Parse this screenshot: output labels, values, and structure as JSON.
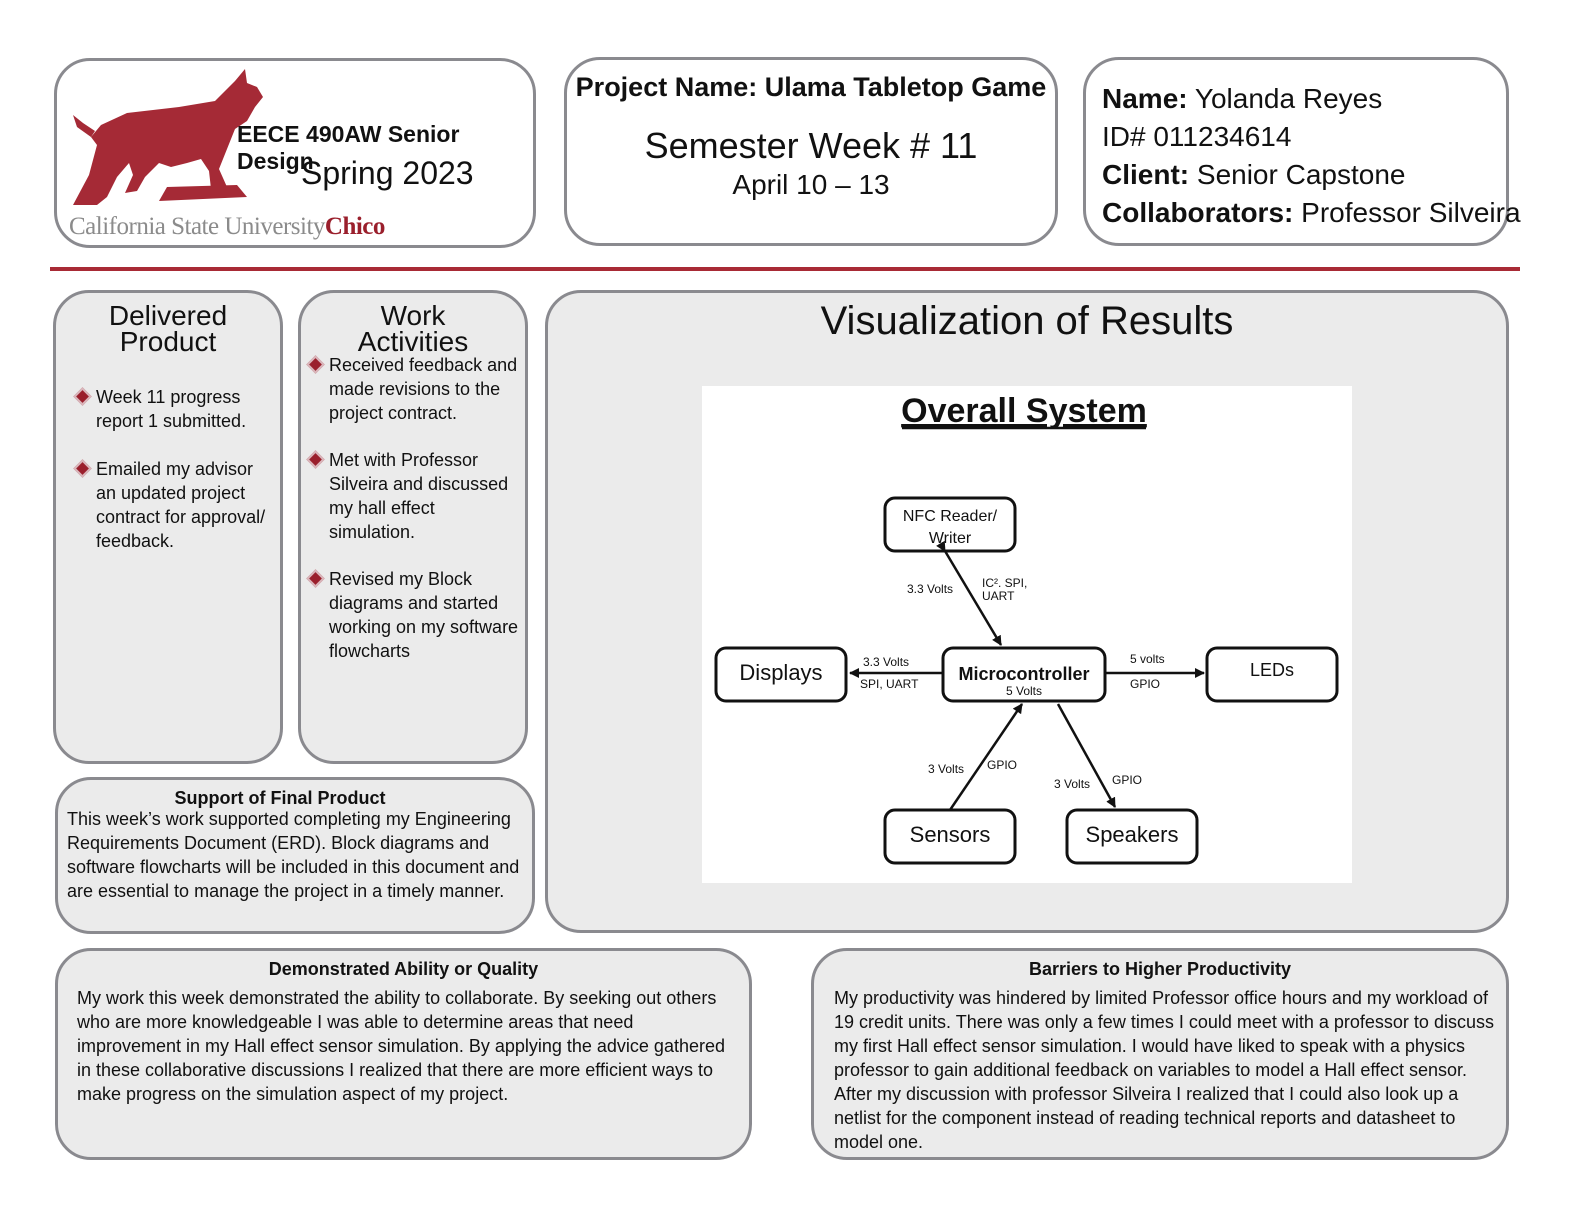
{
  "header": {
    "course": "EECE 490AW Senior Design",
    "semester": "Spring 2023",
    "university_prefix": "California State University",
    "university_suffix": "Chico",
    "project_name": "Project Name: Ulama Tabletop Game",
    "week": "Semester Week # 11",
    "dates": "April 10 – 13"
  },
  "student": {
    "name_label": "Name:",
    "name": "Yolanda Reyes",
    "id_label": "ID#",
    "id": "011234614",
    "client_label": "Client:",
    "client": "Senior Capstone",
    "collab_label": "Collaborators:",
    "collaborators": "Professor Silveira"
  },
  "delivered": {
    "title_line1": "Delivered",
    "title_line2": "Product",
    "items": [
      "Week 11 progress report 1 submitted.",
      "Emailed my advisor an updated project contract for approval/ feedback."
    ]
  },
  "activities": {
    "title_line1": "Work",
    "title_line2": "Activities",
    "items": [
      "Received feedback and made revisions to the project contract.",
      "Met with Professor Silveira and discussed my hall effect simulation.",
      "Revised my Block diagrams and started working on my software flowcharts"
    ]
  },
  "support": {
    "heading": "Support of Final Product",
    "text": "This week’s work supported completing my Engineering Requirements Document (ERD). Block diagrams and software flowcharts will be included in this document and are essential to manage the project in a timely manner."
  },
  "visualization": {
    "heading": "Visualization of Results",
    "diagram": {
      "title": "Overall System",
      "nodes": {
        "nfc_line1": "NFC Reader/",
        "nfc_line2": "Writer",
        "displays": "Displays",
        "micro": "Microcontroller",
        "micro_sub": "5 Volts",
        "leds": "LEDs",
        "sensors": "Sensors",
        "speakers": "Speakers"
      },
      "edges": {
        "nfc_volts": "3.3 Volts",
        "nfc_bus_line1": "IC². SPI,",
        "nfc_bus_line2": "UART",
        "disp_volts": "3.3 Volts",
        "disp_bus": "SPI, UART",
        "led_volts": "5 volts",
        "led_bus": "GPIO",
        "sens_volts": "3 Volts",
        "sens_bus": "GPIO",
        "spk_volts": "3 Volts",
        "spk_bus": "GPIO"
      }
    }
  },
  "demonstrated": {
    "heading": "Demonstrated Ability or Quality",
    "text": "My work this week demonstrated the ability to collaborate. By seeking out others who are more knowledgeable I was able to determine areas that need improvement in my Hall effect sensor simulation. By applying the advice gathered in these collaborative discussions I realized that there are more efficient ways to make progress on the simulation aspect of my project."
  },
  "barriers": {
    "heading": "Barriers to Higher Productivity",
    "text": "My productivity was hindered by limited Professor office hours and my workload of 19 credit units. There was only a few times I could meet with a professor to discuss my first Hall effect sensor simulation. I would have liked to speak with a physics professor to gain additional feedback on variables to model a Hall effect sensor. After my discussion with professor Silveira I realized that I could also look up a netlist for the component instead of reading technical reports and datasheet to model one."
  },
  "colors": {
    "accent": "#a82a35",
    "border": "#8a8a8f",
    "panel": "#ebebeb"
  }
}
